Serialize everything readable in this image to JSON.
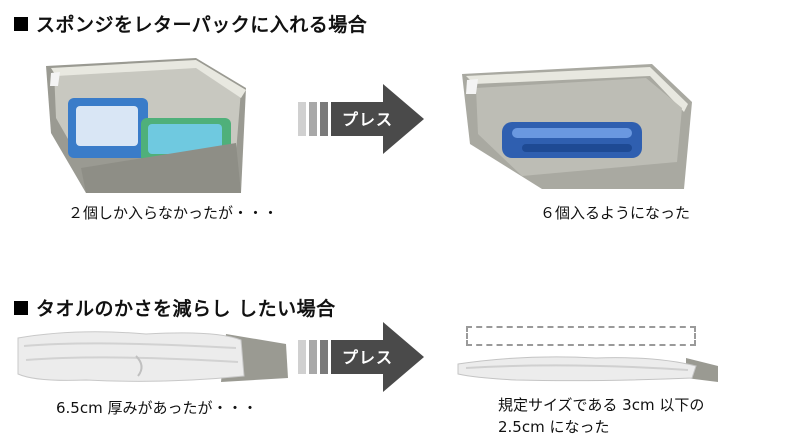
{
  "section1": {
    "heading": "スポンジをレターパックに入れる場合",
    "arrow_label": "プレス",
    "before_caption": "２個しか入らなかったが・・・",
    "after_caption": "６個入るようになった"
  },
  "section2": {
    "heading": "タオルのかさを減らし したい場合",
    "arrow_label": "プレス",
    "before_caption": "6.5cm 厚みがあったが・・・",
    "after_caption_line1": "規定サイズである 3cm 以下の",
    "after_caption_line2": "2.5cm になった"
  },
  "colors": {
    "arrow_dark": "#4a4a4a",
    "arrow_light": "#a8a8a8",
    "bag_gray": "#9a9a92",
    "sponge_blue": "#2f5fb0",
    "sponge_green": "#4fb07a",
    "towel_white": "#efefef"
  }
}
